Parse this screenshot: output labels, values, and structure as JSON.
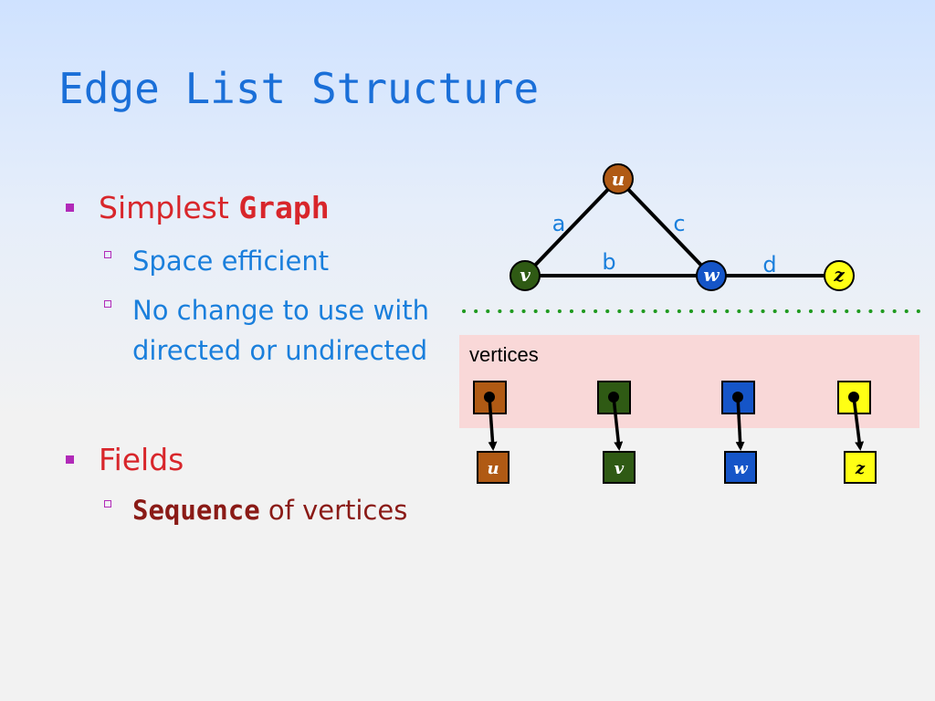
{
  "title": "Edge List Structure",
  "bullets": [
    {
      "pre": "Simplest ",
      "code": "Graph",
      "sub": [
        {
          "lines": [
            "Space efficient"
          ]
        },
        {
          "lines": [
            "No change to use with",
            "directed or undirected"
          ]
        }
      ]
    },
    {
      "pre": "Fields",
      "sub": [
        {
          "code": "Sequence",
          "text": " of vertices"
        }
      ]
    }
  ],
  "graph": {
    "vertices": [
      {
        "label": "u",
        "color": "#b05a14"
      },
      {
        "label": "v",
        "color": "#2f5a14"
      },
      {
        "label": "w",
        "color": "#1555c8"
      },
      {
        "label": "z",
        "color": "#ffff14"
      }
    ],
    "edges": [
      {
        "label": "a",
        "from": "v",
        "to": "u"
      },
      {
        "label": "c",
        "from": "u",
        "to": "w"
      },
      {
        "label": "b",
        "from": "v",
        "to": "w"
      },
      {
        "label": "d",
        "from": "w",
        "to": "z"
      }
    ]
  },
  "vertices_container": {
    "label": "vertices",
    "background": "#f9d8d8"
  },
  "colors": {
    "title": "#1a6fd8",
    "bullet_red": "#d8262b",
    "sub_blue": "#1a7fdc",
    "dotted_line": "#1f9a1f",
    "edge_label": "#1a7fdc"
  }
}
